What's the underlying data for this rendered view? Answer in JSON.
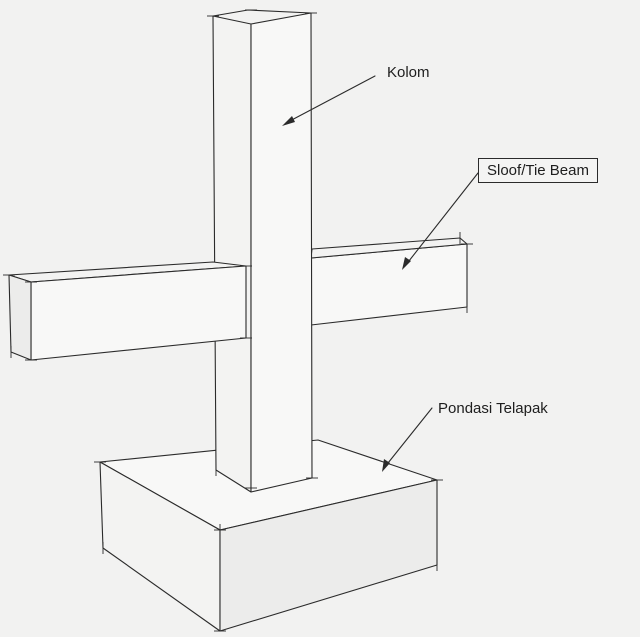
{
  "labels": {
    "column": "Kolom",
    "tie_beam": "Sloof/Tie Beam",
    "footing": "Pondasi Telapak"
  },
  "colors": {
    "paper": "#f2f2f1",
    "ink": "#2b2b2b"
  }
}
